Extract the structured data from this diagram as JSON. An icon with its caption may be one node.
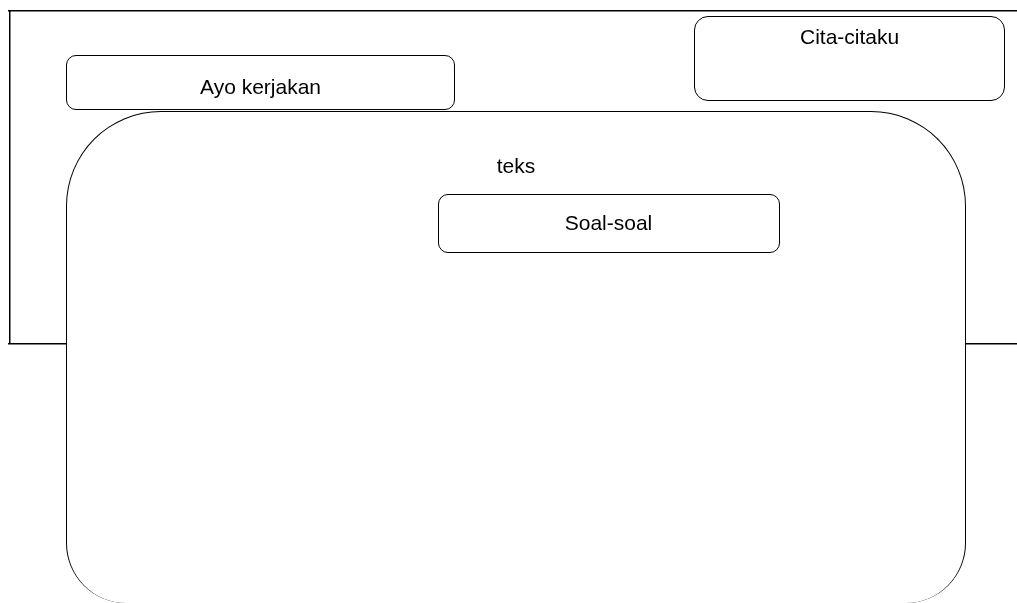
{
  "diagram": {
    "nodes": [
      {
        "text": [
          "Cita-citaku"
        ]
      },
      {
        "text": [
          "Ayo kerjakan"
        ]
      },
      {
        "text": [
          "teks"
        ]
      },
      {
        "text": [
          "Soal-soal"
        ],
        "in": 2
      }
    ]
  }
}
